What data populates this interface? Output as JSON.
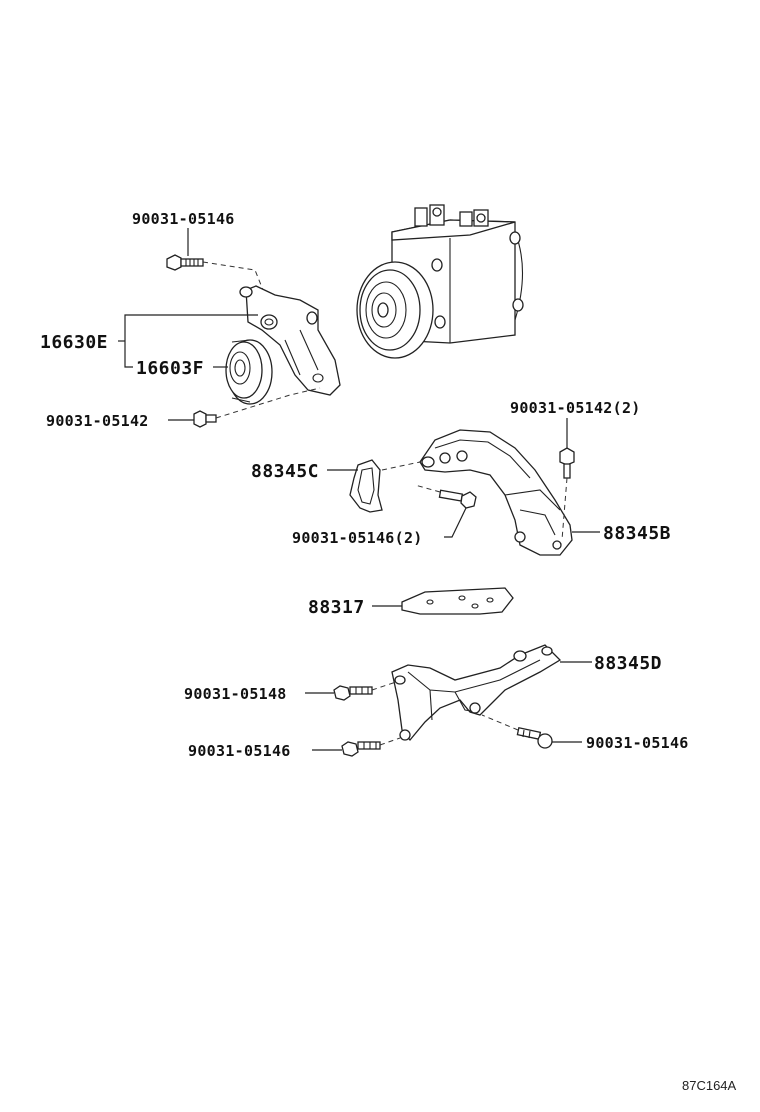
{
  "labels": {
    "bolt_top": "90031-05146",
    "idler_assy": "16630E",
    "pulley": "16603F",
    "bolt_idler": "90031-05142",
    "bolt_right": "90031-05142(2)",
    "bracket_c": "88345C",
    "bolt_mid": "90031-05146(2)",
    "bracket_b": "88345B",
    "plate": "88317",
    "bracket_d": "88345D",
    "bolt_d1": "90031-05148",
    "bolt_d2": "90031-05146",
    "bolt_d3": "90031-05146"
  },
  "reference_code": "87C164A"
}
